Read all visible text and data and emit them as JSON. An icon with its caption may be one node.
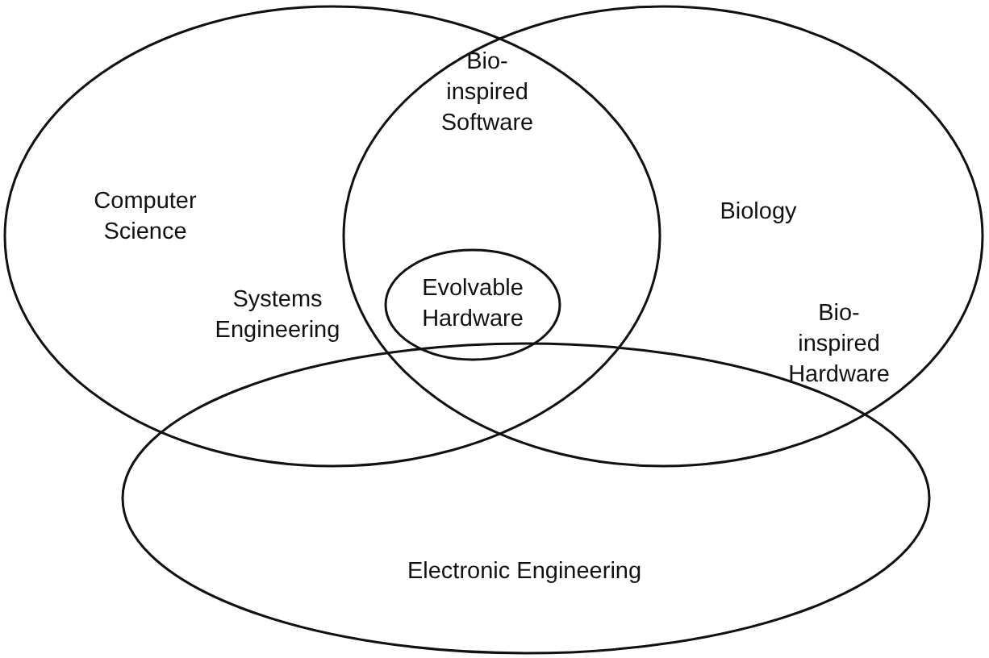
{
  "diagram": {
    "nodes": [
      {
        "text": [
          "Computer Science"
        ]
      },
      {
        "text": [
          "Biology"
        ]
      },
      {
        "text": [
          "Electronic Engineering"
        ]
      },
      {
        "text": [
          "Evolvable Hardware"
        ]
      }
    ],
    "labels": [
      "Bio-inspired Software",
      "Systems Engineering",
      "Bio-inspired Hardware"
    ]
  }
}
